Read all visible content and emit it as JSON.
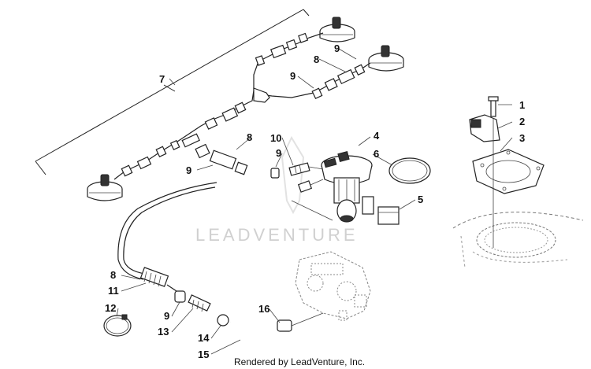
{
  "watermark": "LEADVENTURE",
  "footer": "Rendered by LeadVenture, Inc.",
  "callouts": {
    "c1": "1",
    "c2": "2",
    "c3": "3",
    "c4": "4",
    "c5": "5",
    "c6": "6",
    "c7": "7",
    "c8a": "8",
    "c8b": "8",
    "c8c": "8",
    "c9a": "9",
    "c9b": "9",
    "c9c": "9",
    "c9d": "9",
    "c9e": "9",
    "c10": "10",
    "c11": "11",
    "c12": "12",
    "c13": "13",
    "c14": "14",
    "c15": "15",
    "c16": "16"
  }
}
